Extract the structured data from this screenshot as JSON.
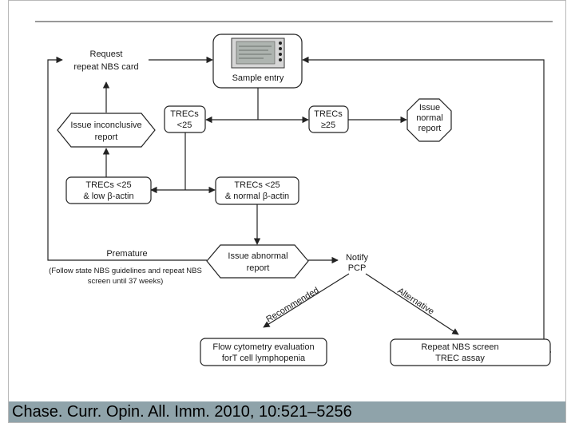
{
  "nodes": {
    "sample_entry": "Sample entry",
    "request_repeat": [
      "Request",
      "repeat NBS card"
    ],
    "trecs_low": [
      "TRECs",
      "<25"
    ],
    "trecs_high": [
      "TRECs",
      "≥25"
    ],
    "issue_normal": [
      "Issue",
      "normal",
      "report"
    ],
    "issue_inconclusive": [
      "Issue inconclusive",
      "report"
    ],
    "trecs_low_actin": [
      "TRECs <25",
      "& low β-actin"
    ],
    "trecs_normal_actin": [
      "TRECs <25",
      "& normal β-actin"
    ],
    "premature": "Premature",
    "premature_note": [
      "(Follow state NBS guidelines and repeat NBS",
      "screen until 37 weeks)"
    ],
    "issue_abnormal": [
      "Issue abnormal",
      "report"
    ],
    "notify_pcp": [
      "Notify",
      "PCP"
    ],
    "recommended": "Recommended",
    "alternative": "Alternative",
    "flow_cytometry": [
      "Flow cytometry evaluation",
      "forT cell lymphopenia"
    ],
    "repeat_screen": [
      "Repeat NBS screen",
      "TREC assay"
    ]
  },
  "caption": "Chase. Curr. Opin. All. Imm. 2010, 10:521–5256",
  "colors": {
    "caption_bg": "#8fa3aa",
    "stroke": "#222222",
    "frame": "#b9b9b9"
  }
}
